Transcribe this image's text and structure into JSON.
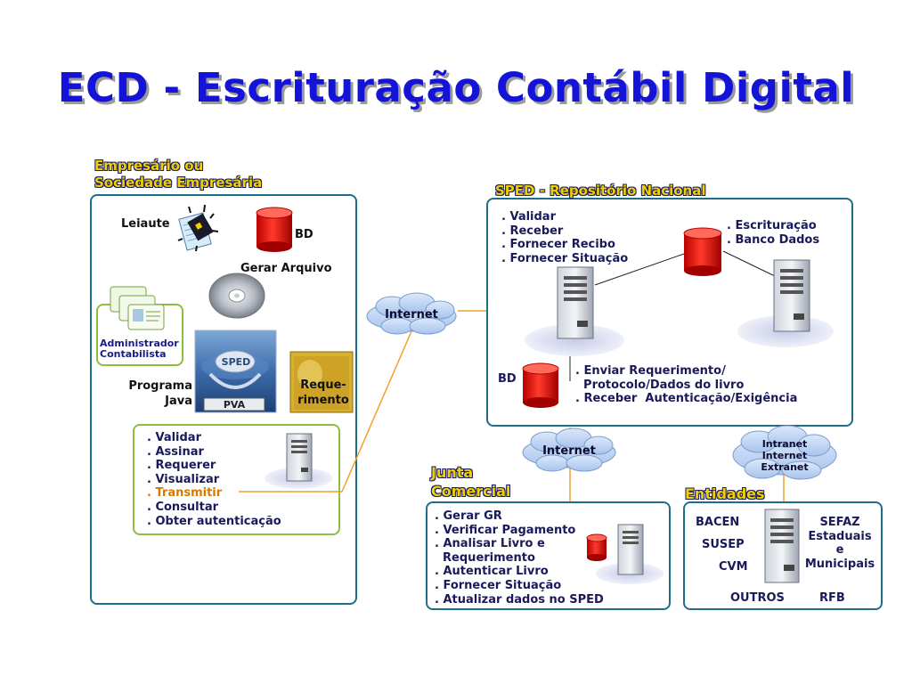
{
  "title": "ECD - Escrituração Contábil Digital",
  "empresario": {
    "header": [
      "Empresário ou",
      "Sociedade Empresária"
    ],
    "leiaute": "Leiaute",
    "bd": "BD",
    "gerar_arquivo": "Gerar Arquivo",
    "admin": [
      "Administrador",
      "Contabilista"
    ],
    "programa": [
      "Programa",
      "Java"
    ],
    "pva_logo": "SPED",
    "pva_label": "PVA",
    "requerimento": [
      "Reque-",
      "rimento"
    ],
    "actions": [
      ". Validar",
      ". Assinar",
      ". Requerer",
      ". Visualizar",
      ". Transmitir",
      ". Consultar",
      ". Obter autenticação"
    ]
  },
  "sped": {
    "header": "SPED - Repositório Nacional",
    "actions": [
      ". Validar",
      ". Receber",
      ". Fornecer Recibo",
      ". Fornecer Situação"
    ],
    "storage": [
      ". Escrituração",
      ". Banco Dados"
    ],
    "bd": "BD",
    "requests": [
      ". Enviar Requerimento/",
      "  Protocolo/Dados do livro",
      ". Receber  Autenticação/Exigência"
    ]
  },
  "clouds": {
    "internet_left": "Internet",
    "internet_mid": "Internet",
    "right": [
      "Intranet",
      "Internet",
      "Extranet"
    ]
  },
  "junta": {
    "header": [
      "Junta",
      "Comercial"
    ],
    "actions": [
      ". Gerar GR",
      ". Verificar Pagamento",
      ". Analisar Livro e",
      "  Requerimento",
      ". Autenticar Livro",
      ". Fornecer Situação",
      ". Atualizar dados no SPED"
    ]
  },
  "entidades": {
    "header": "Entidades",
    "bacen": "BACEN",
    "susep": "SUSEP",
    "cvm": "CVM",
    "sefaz": [
      "SEFAZ",
      "Estaduais",
      "e",
      "Municipais"
    ],
    "outros": "OUTROS",
    "rfb": "RFB"
  },
  "colors": {
    "title": "#1414d8",
    "header": "#f0d000",
    "box_border": "#1d6e88",
    "green_border": "#8cbf3c",
    "connector": "#f0a030",
    "highlight": "#d87800"
  }
}
